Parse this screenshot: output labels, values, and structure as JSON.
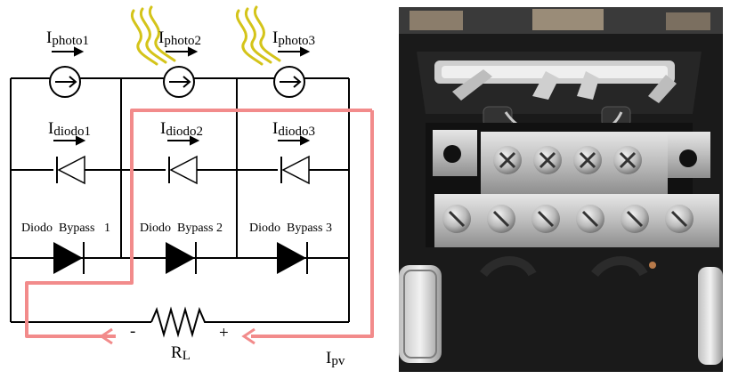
{
  "circuit": {
    "photo_currents": [
      {
        "main": "I",
        "sub": "photo1"
      },
      {
        "main": "I",
        "sub": "photo2"
      },
      {
        "main": "I",
        "sub": "photo3"
      }
    ],
    "diode_currents": [
      {
        "main": "I",
        "sub": "diodo1"
      },
      {
        "main": "I",
        "sub": "diodo2"
      },
      {
        "main": "I",
        "sub": "diodo3"
      }
    ],
    "bypass_labels": [
      "Diodo  Bypass   1",
      "Diodo  Bypass 2",
      "Diodo  Bypass 3"
    ],
    "load": {
      "main": "R",
      "sub": "L"
    },
    "minus_sign": "-",
    "plus_sign": "+",
    "output_current": {
      "main": "I",
      "sub": "pv"
    },
    "colors": {
      "wire": "#000000",
      "current_path": "#f28b8b",
      "light_rays": "#d4c41a"
    }
  },
  "photo": {
    "description_icon": "junction-box-photo"
  }
}
